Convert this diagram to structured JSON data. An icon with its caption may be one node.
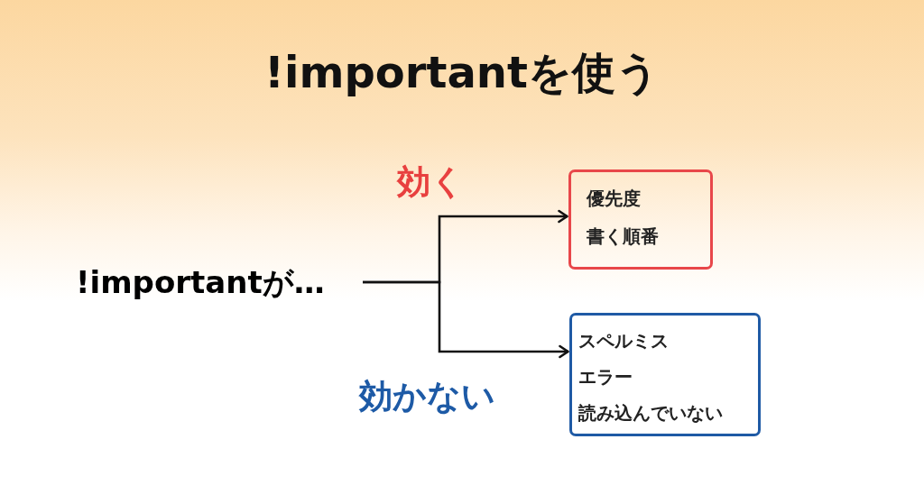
{
  "diagram": {
    "title": "!importantを使う",
    "nodes": [
      {
        "text": [
          "!importantが…"
        ]
      },
      {
        "text": [
          "優先度",
          "書く順番"
        ]
      },
      {
        "text": [
          "スペルミス",
          "エラー",
          "読み込んでいない"
        ]
      }
    ],
    "edges": [
      {
        "from": 0,
        "to": 1,
        "arrow": "to",
        "label": "効く"
      },
      {
        "from": 0,
        "to": 2,
        "arrow": "to",
        "label": "効かない"
      }
    ]
  }
}
